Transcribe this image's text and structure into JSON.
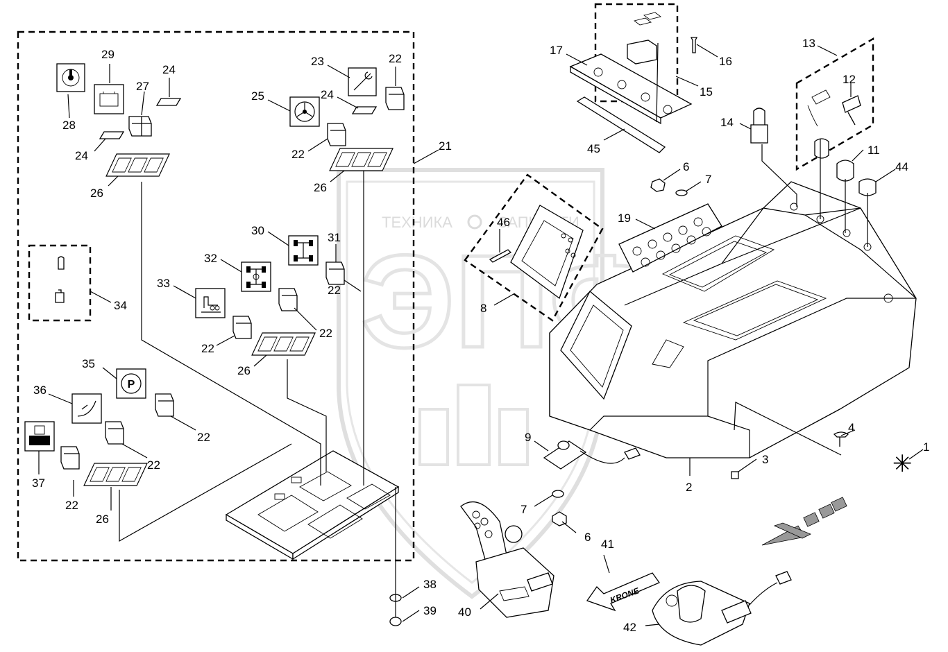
{
  "watermark": {
    "left_word": "ТЕХНИКА",
    "right_word": "ЗАПЧАСТИ",
    "logo": "ЭПФ"
  },
  "callouts": [
    {
      "id": "c1",
      "text": "1"
    },
    {
      "id": "c2",
      "text": "2"
    },
    {
      "id": "c3",
      "text": "3"
    },
    {
      "id": "c4",
      "text": "4"
    },
    {
      "id": "c6a",
      "text": "6"
    },
    {
      "id": "c6b",
      "text": "6"
    },
    {
      "id": "c7a",
      "text": "7"
    },
    {
      "id": "c7b",
      "text": "7"
    },
    {
      "id": "c8",
      "text": "8"
    },
    {
      "id": "c9",
      "text": "9"
    },
    {
      "id": "c11",
      "text": "11"
    },
    {
      "id": "c12",
      "text": "12"
    },
    {
      "id": "c13",
      "text": "13"
    },
    {
      "id": "c14",
      "text": "14"
    },
    {
      "id": "c15",
      "text": "15"
    },
    {
      "id": "c16",
      "text": "16"
    },
    {
      "id": "c17",
      "text": "17"
    },
    {
      "id": "c19",
      "text": "19"
    },
    {
      "id": "c21",
      "text": "21"
    },
    {
      "id": "c22a",
      "text": "22"
    },
    {
      "id": "c22b",
      "text": "22"
    },
    {
      "id": "c22c",
      "text": "22"
    },
    {
      "id": "c22d",
      "text": "22"
    },
    {
      "id": "c22e",
      "text": "22"
    },
    {
      "id": "c22f",
      "text": "22"
    },
    {
      "id": "c22g",
      "text": "22"
    },
    {
      "id": "c22h",
      "text": "22"
    },
    {
      "id": "c23",
      "text": "23"
    },
    {
      "id": "c24a",
      "text": "24"
    },
    {
      "id": "c24b",
      "text": "24"
    },
    {
      "id": "c24c",
      "text": "24"
    },
    {
      "id": "c25",
      "text": "25"
    },
    {
      "id": "c26a",
      "text": "26"
    },
    {
      "id": "c26b",
      "text": "26"
    },
    {
      "id": "c26c",
      "text": "26"
    },
    {
      "id": "c26d",
      "text": "26"
    },
    {
      "id": "c27",
      "text": "27"
    },
    {
      "id": "c28",
      "text": "28"
    },
    {
      "id": "c29",
      "text": "29"
    },
    {
      "id": "c30",
      "text": "30"
    },
    {
      "id": "c31",
      "text": "31"
    },
    {
      "id": "c32",
      "text": "32"
    },
    {
      "id": "c33",
      "text": "33"
    },
    {
      "id": "c34",
      "text": "34"
    },
    {
      "id": "c35",
      "text": "35"
    },
    {
      "id": "c36",
      "text": "36"
    },
    {
      "id": "c37",
      "text": "37"
    },
    {
      "id": "c38",
      "text": "38"
    },
    {
      "id": "c39",
      "text": "39"
    },
    {
      "id": "c40",
      "text": "40"
    },
    {
      "id": "c41",
      "text": "41"
    },
    {
      "id": "c42",
      "text": "42"
    },
    {
      "id": "c44",
      "text": "44"
    },
    {
      "id": "c45",
      "text": "45"
    },
    {
      "id": "c46",
      "text": "46"
    }
  ],
  "logo_text": "KRONE",
  "icons": {
    "parking": "P",
    "star": "✳"
  }
}
